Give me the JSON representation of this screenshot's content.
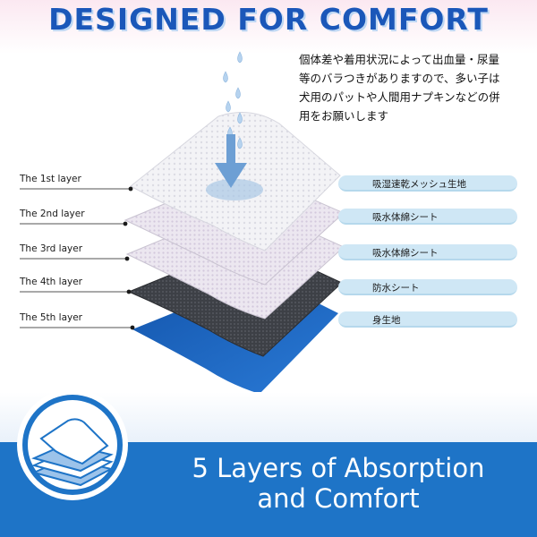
{
  "header": {
    "title": "DESIGNED FOR COMFORT"
  },
  "description": {
    "lines": [
      "個体差や着用状況によって出血量・尿量",
      "等のバラつきがありますので、多い子は",
      "犬用のパットや人間用ナプキンなどの併",
      "用をお願いします"
    ]
  },
  "layers": [
    {
      "label": "The 1st layer",
      "material": "吸湿速乾メッシュ生地"
    },
    {
      "label": "The 2nd layer",
      "material": "吸水体綿シート"
    },
    {
      "label": "The 3rd layer",
      "material": "吸水体綿シート"
    },
    {
      "label": "The 4th layer",
      "material": "防水シート"
    },
    {
      "label": "The 5th layer",
      "material": "身生地"
    }
  ],
  "banner": {
    "line1": "5 Layers of Absorption",
    "line2": "and Comfort"
  },
  "icons": {
    "water_drops": "water-drops-icon",
    "down_arrow": "down-arrow-icon",
    "badge": "stacked-layers-icon"
  },
  "colors": {
    "title_blue": "#1b57b9",
    "banner_blue": "#1e74c7",
    "pill_blue": "#cfe7f5",
    "layer_dark": "#3b3f45",
    "layer_blue": "#1f66c2"
  }
}
